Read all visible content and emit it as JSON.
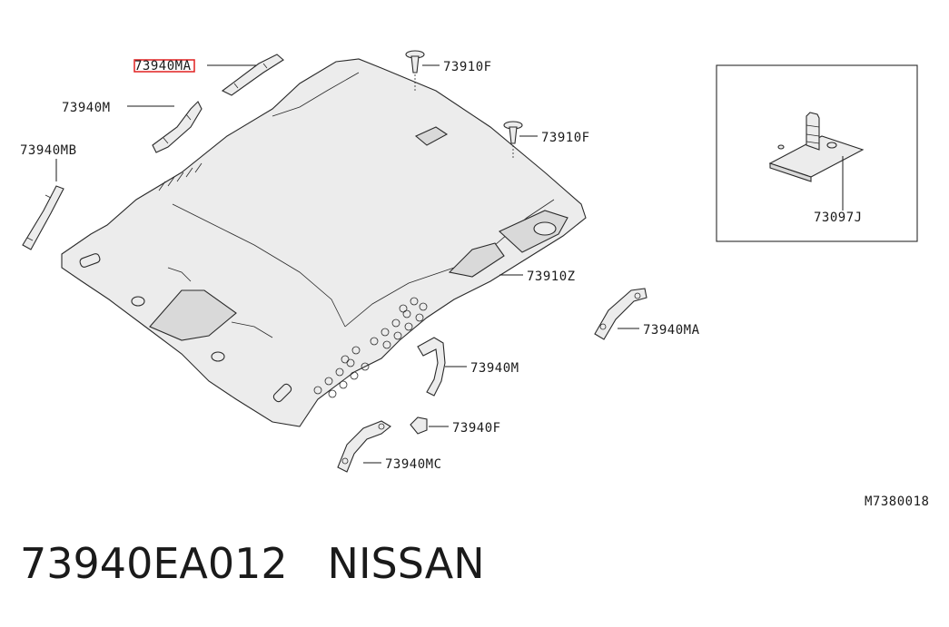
{
  "callouts": {
    "top_left_ma": "73940MA",
    "left_m": "73940M",
    "left_mb": "73940MB",
    "clip_top": "73910F",
    "clip_mid": "73910F",
    "headlining": "73910Z",
    "handle_right_ma": "73940MA",
    "handle_mid_m": "73940M",
    "handle_f": "73940F",
    "handle_mc": "73940MC",
    "inset_j": "73097J"
  },
  "diagram_code": "M7380018",
  "footer": {
    "part_number": "73940EA012",
    "brand": "NISSAN"
  },
  "colors": {
    "highlight": "#e02020",
    "line": "#2a2a2a"
  }
}
